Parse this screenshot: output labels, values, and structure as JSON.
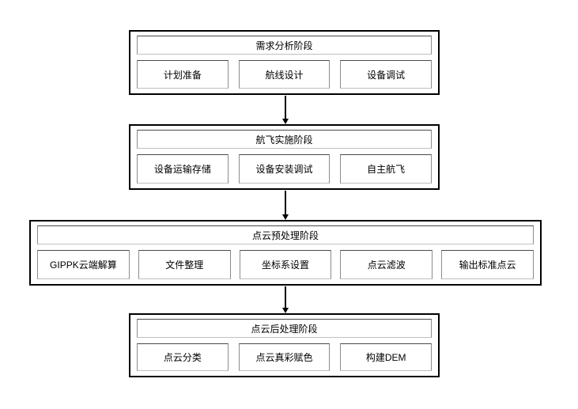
{
  "diagram": {
    "stages": [
      {
        "title": "需求分析阶段",
        "steps": [
          "计划准备",
          "航线设计",
          "设备调试"
        ]
      },
      {
        "title": "航飞实施阶段",
        "steps": [
          "设备运输存储",
          "设备安装调试",
          "自主航飞"
        ]
      },
      {
        "title": "点云预处理阶段",
        "steps": [
          "GIPPK云端解算",
          "文件整理",
          "坐标系设置",
          "点云滤波",
          "输出标准点云"
        ]
      },
      {
        "title": "点云后处理阶段",
        "steps": [
          "点云分类",
          "点云真彩赋色",
          "构建DEM"
        ]
      }
    ],
    "colors": {
      "background": "#ffffff",
      "outer_border": "#000000",
      "inner_border": "#8c8c8c",
      "text": "#000000",
      "arrow": "#000000"
    }
  }
}
